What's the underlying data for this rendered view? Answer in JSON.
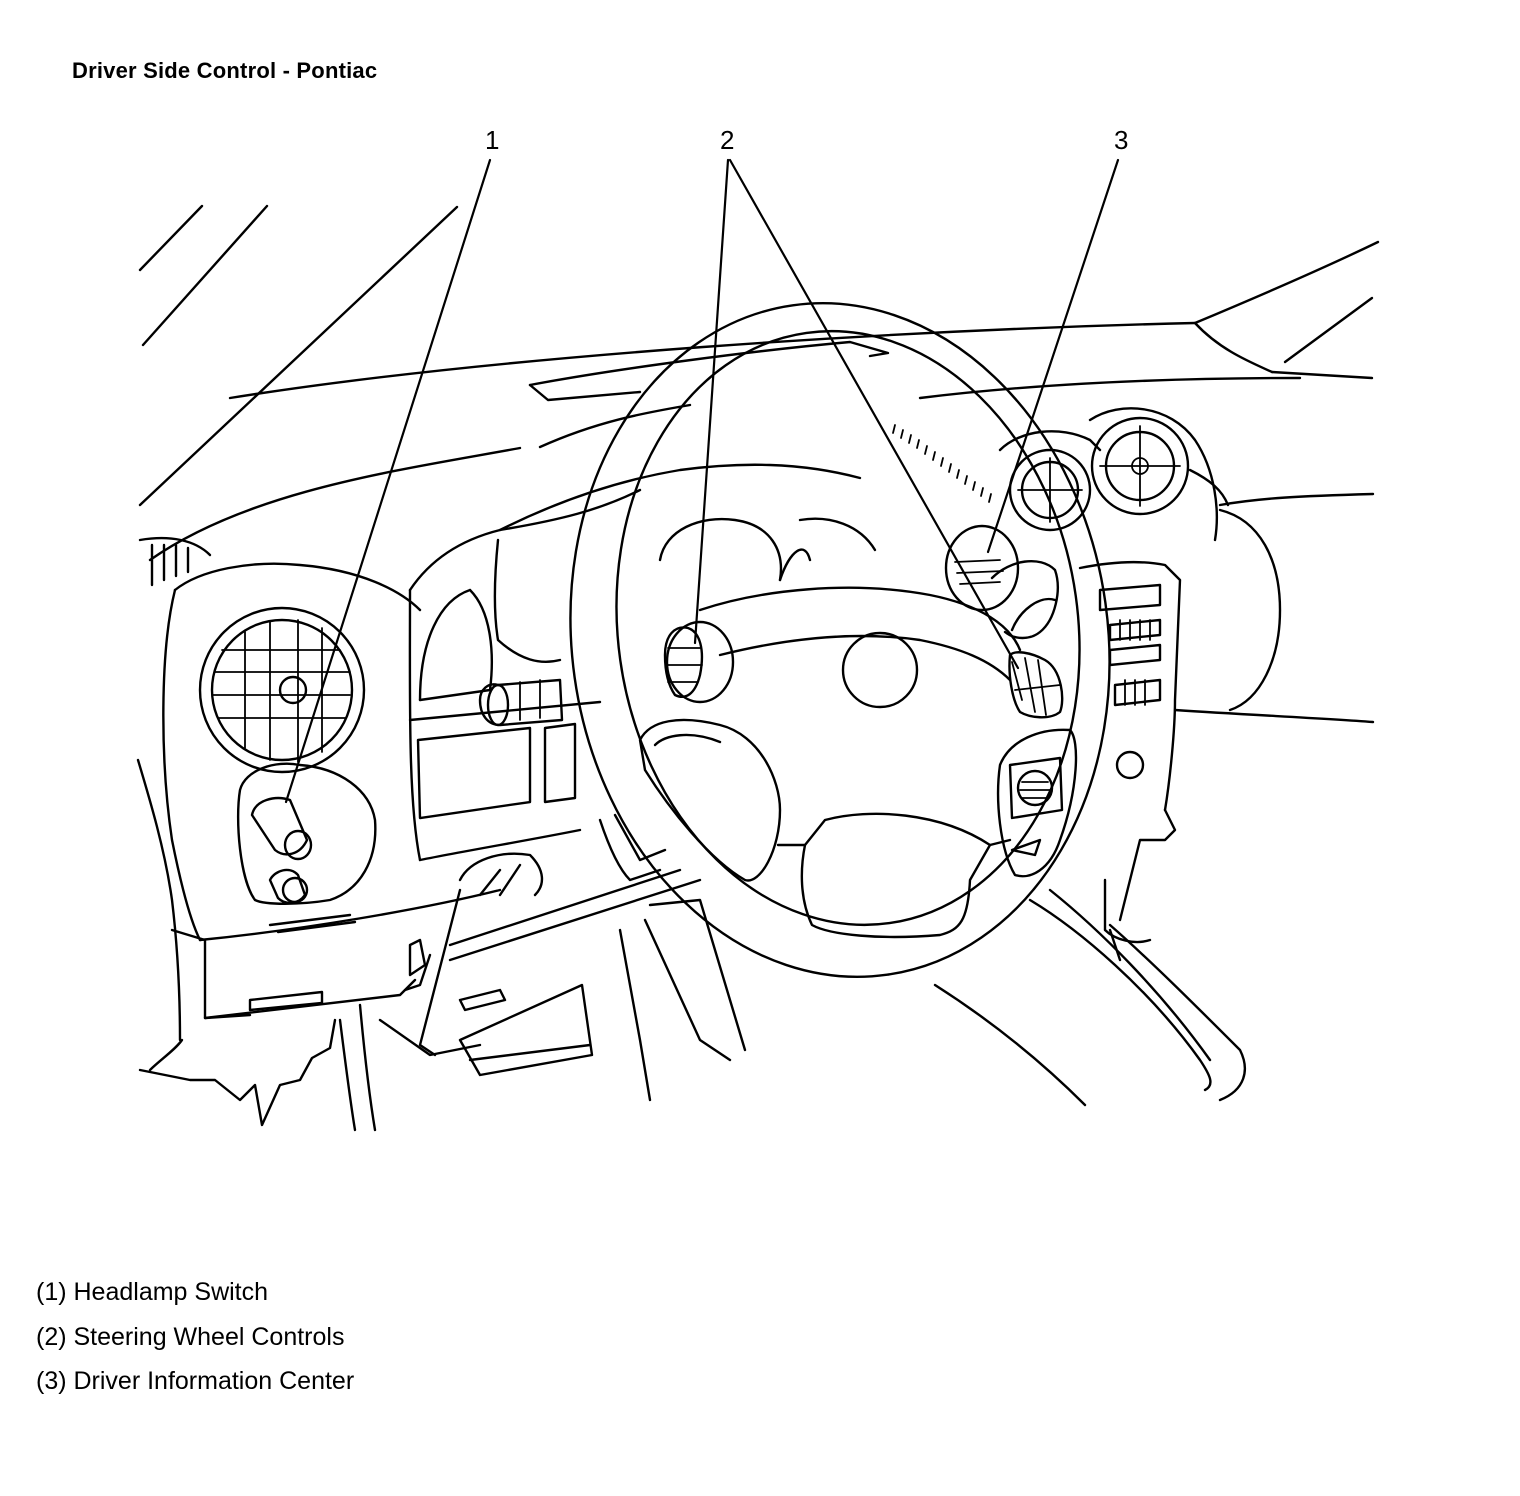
{
  "title": "Driver Side Control - Pontiac",
  "callouts": [
    {
      "num": "1",
      "label": "Headlamp Switch"
    },
    {
      "num": "2",
      "label": "Steering Wheel Controls"
    },
    {
      "num": "3",
      "label": "Driver Information Center"
    }
  ],
  "legend": [
    "(1) Headlamp Switch",
    "(2) Steering Wheel Controls",
    "(3) Driver Information Center"
  ]
}
